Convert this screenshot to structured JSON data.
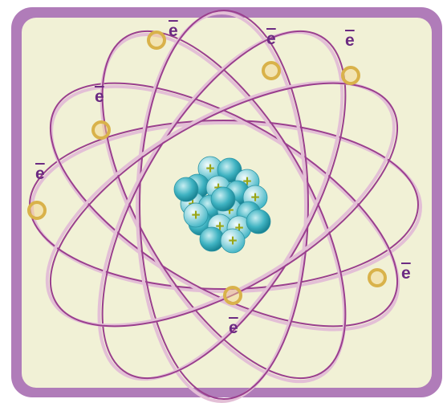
{
  "colors": {
    "frame": "#b07cb9",
    "panel": "#f1f1d6",
    "orbit": "#9a3f8e",
    "orbit_shadow": "#e3bfd6",
    "electron": "#d9b24a",
    "proton_plus": "#9aa516",
    "nucleus_cyan": "#36b4c4",
    "label": "#6c2b82"
  },
  "diagram": {
    "electron_symbol": "e",
    "electron_labels": [
      "e",
      "e",
      "e",
      "e",
      "e",
      "e",
      "e"
    ],
    "proton_symbol": "+"
  }
}
